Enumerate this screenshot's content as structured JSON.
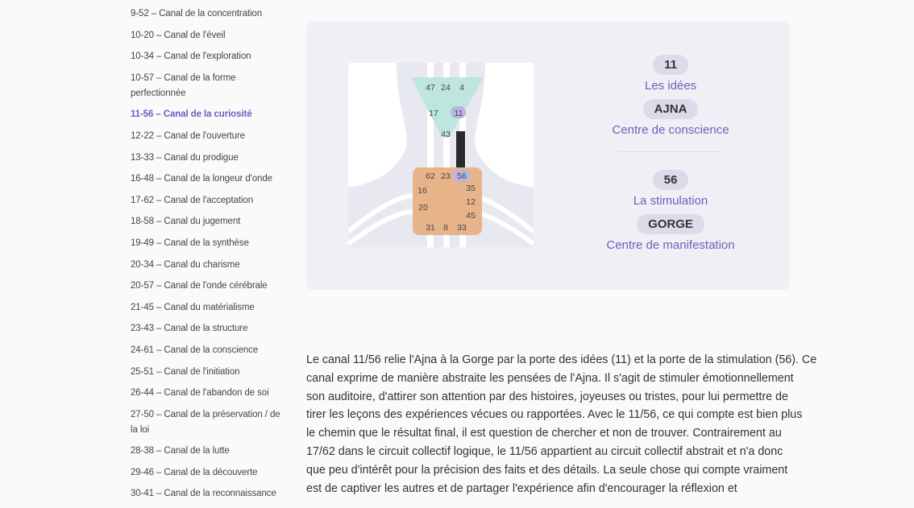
{
  "sidebar": {
    "items": [
      "9-52 – Canal de la concentration",
      "10-20 – Canal de l'éveil",
      "10-34 – Canal de l'exploration",
      "10-57 – Canal de la forme perfectionnée",
      "11-56 – Canal de la curiosité",
      "12-22 – Canal de l'ouverture",
      "13-33 – Canal du prodigue",
      "16-48 – Canal de la longeur d'onde",
      "17-62 – Canal de l'acceptation",
      "18-58 – Canal du jugement",
      "19-49 – Canal de la synthèse",
      "20-34 – Canal du charisme",
      "20-57 – Canal de l'onde cérébrale",
      "21-45 – Canal du matérialisme",
      "23-43 – Canal de la structure",
      "24-61 – Canal de la conscience",
      "25-51 – Canal de l'initiation",
      "26-44 – Canal de l'abandon de soi",
      "27-50 – Canal de la préservation / de la loi",
      "28-38 – Canal de la lutte",
      "29-46 – Canal de la découverte",
      "30-41 – Canal de la reconnaissance"
    ],
    "active_index": 4
  },
  "diagram": {
    "ajna_gates": [
      "47",
      "24",
      "4",
      "17",
      "11",
      "43"
    ],
    "throat_gates": [
      "62",
      "23",
      "56",
      "16",
      "35",
      "12",
      "20",
      "45",
      "31",
      "8",
      "33"
    ],
    "active_gates": [
      "11",
      "56"
    ],
    "colors": {
      "ajna": "#bfe6dc",
      "throat": "#e7b48a",
      "active": "#b9b5e0",
      "channel": "#2b2b2b"
    }
  },
  "info": {
    "gate1": {
      "number": "11",
      "name": "Les idées",
      "center": "AJNA",
      "center_desc": "Centre de conscience"
    },
    "gate2": {
      "number": "56",
      "name": "La stimulation",
      "center": "GORGE",
      "center_desc": "Centre de manifestation"
    }
  },
  "paragraph": [
    "Le canal 11/56 relie l'Ajna à la Gorge par la porte des idées (11) et la porte de la stimulation (56). Ce",
    "canal exprime de manière abstraite les pensées de l'Ajna. Il s'agit de stimuler émotionnellement",
    "son auditoire, d'attirer son attention par des histoires, joyeuses ou tristes, pour lui permettre de",
    "tirer les leçons des expériences vécues ou rapportées. Avec le 11/56, ce qui compte est bien plus",
    "le chemin que le résultat final, il est question de chercher et non de trouver. Contrairement au",
    "17/62 dans le circuit collectif logique, le 11/56 appartient au circuit collectif abstrait et n'a donc",
    "que peu d'intérêt pour la précision des faits et des détails. La seule chose qui compte vraiment",
    "est de captiver les autres et de partager l'expérience afin d'encourager la réflexion et"
  ]
}
